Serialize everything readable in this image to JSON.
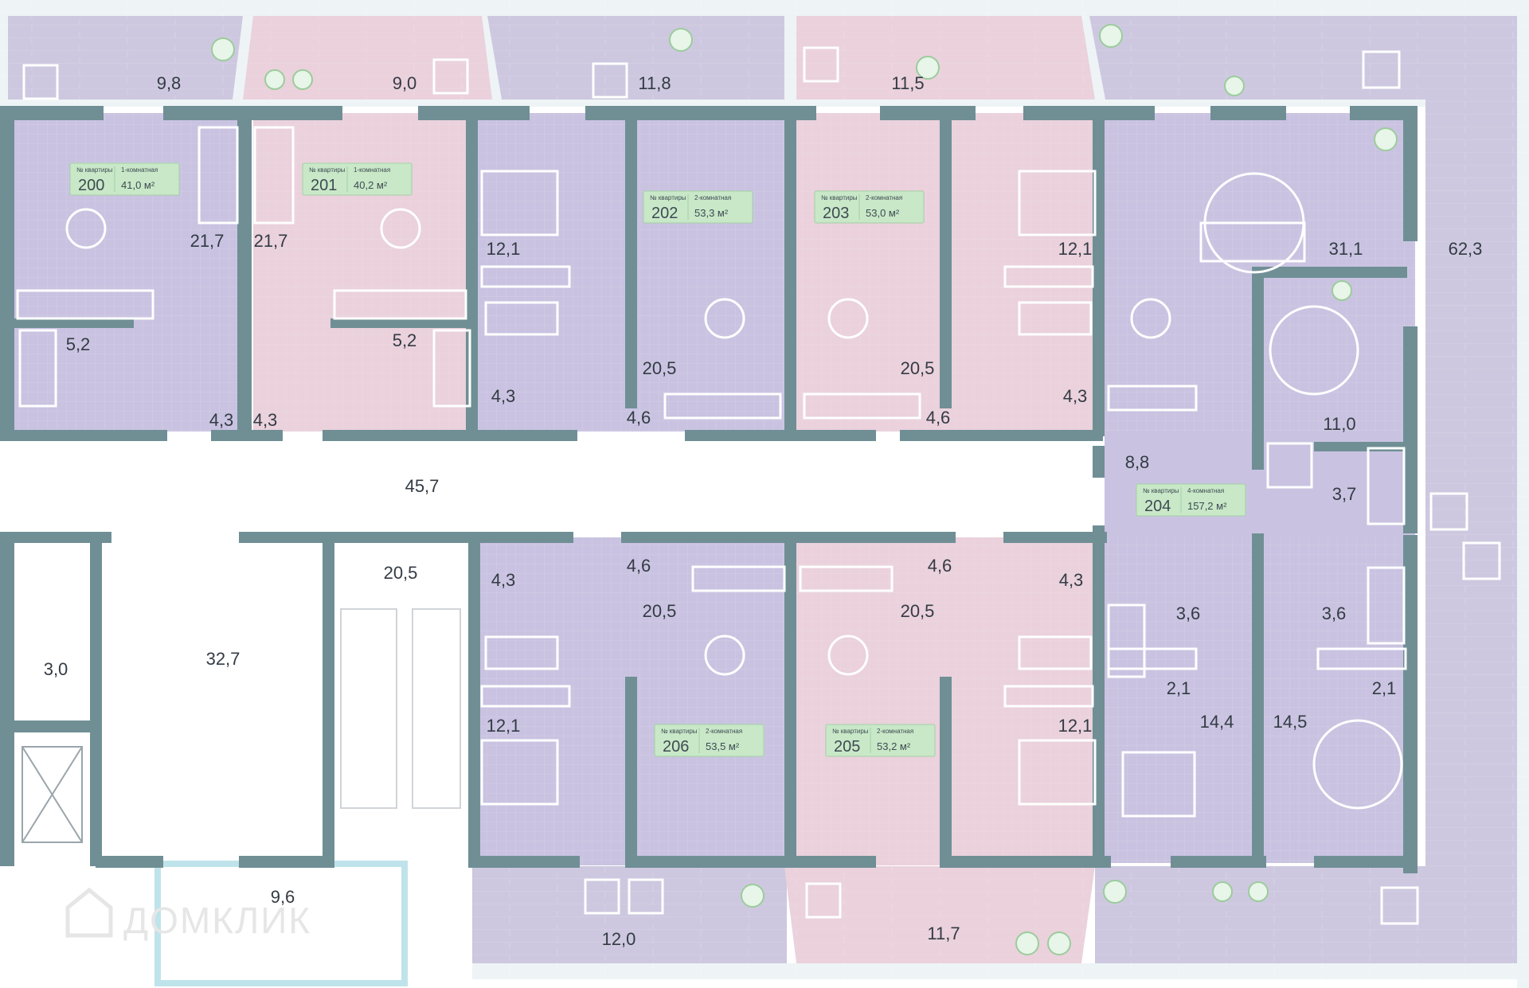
{
  "colors": {
    "wall": "#6f8f95",
    "lavender": "#c9c3e1",
    "pink": "#ead1dc",
    "terrace": "#cdc8df",
    "card_fill": "#c8e8c8",
    "card_stroke": "#a4cfa4"
  },
  "watermark": "ДОМКЛИК",
  "apartment_caption": "№ квартиры",
  "apartments": [
    {
      "num": "200",
      "rooms": "1-комнатная",
      "area": "41,0 м²"
    },
    {
      "num": "201",
      "rooms": "1-комнатная",
      "area": "40,2 м²"
    },
    {
      "num": "202",
      "rooms": "2-комнатная",
      "area": "53,3 м²"
    },
    {
      "num": "203",
      "rooms": "2-комнатная",
      "area": "53,0 м²"
    },
    {
      "num": "204",
      "rooms": "4-комнатная",
      "area": "157,2 м²"
    },
    {
      "num": "205",
      "rooms": "2-комнатная",
      "area": "53,2 м²"
    },
    {
      "num": "206",
      "rooms": "2-комнатная",
      "area": "53,5 м²"
    }
  ],
  "room_areas": [
    "9,8",
    "9,0",
    "11,8",
    "11,5",
    "21,7",
    "21,7",
    "12,1",
    "12,1",
    "31,1",
    "62,3",
    "5,2",
    "5,2",
    "4,3",
    "4,3",
    "4,3",
    "20,5",
    "20,5",
    "4,6",
    "4,6",
    "4,3",
    "11,0",
    "8,8",
    "45,7",
    "3,7",
    "20,5",
    "32,7",
    "3,0",
    "4,3",
    "4,6",
    "20,5",
    "4,6",
    "20,5",
    "4,3",
    "3,6",
    "3,6",
    "2,1",
    "2,1",
    "14,4",
    "14,5",
    "12,1",
    "12,1",
    "9,6",
    "12,0",
    "11,7"
  ]
}
